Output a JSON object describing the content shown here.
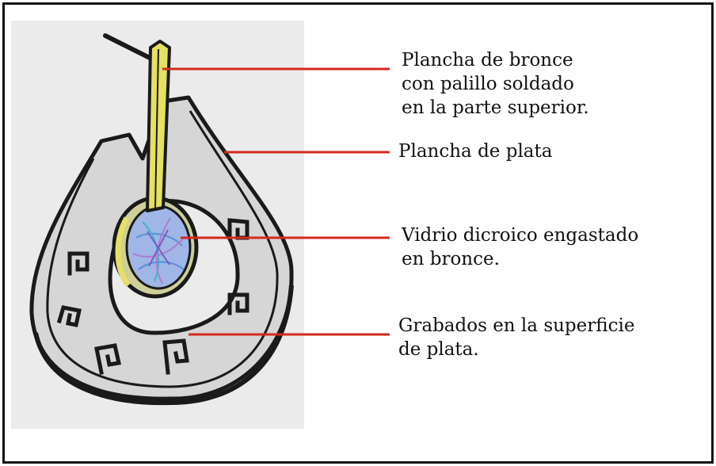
{
  "labels": {
    "bronze_plate": {
      "lines": [
        "Plancha de bronce",
        "con palillo soldado",
        "en la parte superior."
      ]
    },
    "silver_plate": {
      "lines": [
        "Plancha de plata"
      ]
    },
    "dichroic_glass": {
      "lines": [
        "Vidrio dicroico engastado",
        "en bronce."
      ]
    },
    "engravings": {
      "lines": [
        "Grabados en la superficie",
        "de plata."
      ]
    }
  },
  "colors": {
    "leader_line": "#d42a1f",
    "bronze_stick": "#e6e063",
    "silver_plate": "#d8d8d8",
    "outline": "#1a1a1a",
    "glass_blue": "#5a8fd6",
    "glass_violet": "#b07ad0"
  }
}
